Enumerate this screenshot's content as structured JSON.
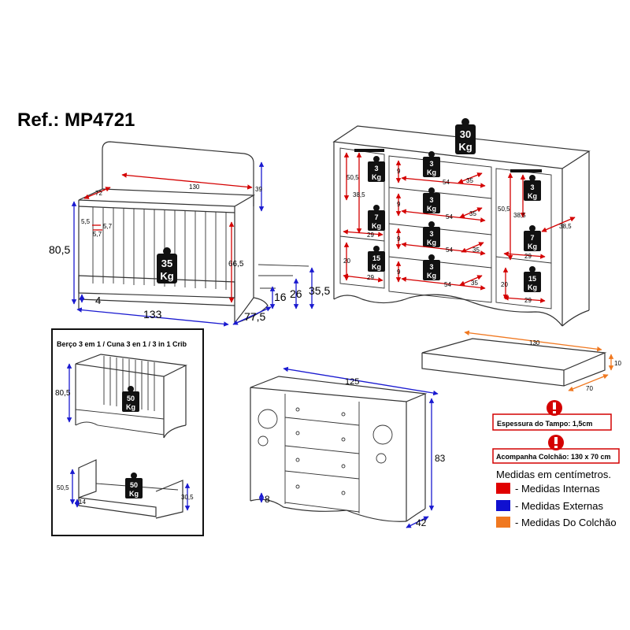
{
  "header": {
    "ref": "Ref.: MP4721"
  },
  "colors": {
    "internal": "#e00000",
    "external": "#1010d0",
    "mattress": "#f07820",
    "weight_bg": "#111111"
  },
  "crib": {
    "dims": {
      "top_width": "130",
      "top_height": "39",
      "inner_depth": "72",
      "slat_gap_a": "5,5",
      "slat_gap_b": "5,7",
      "slat_gap_c": "5,7",
      "height_total": "80,5",
      "inner_height": "66,5",
      "side_a": "16",
      "side_b": "26",
      "side_c": "35,5",
      "base_offset": "4",
      "width": "133",
      "depth": "77,5"
    },
    "weight": {
      "value": "35",
      "unit": "Kg"
    }
  },
  "dresser": {
    "weight_top": {
      "value": "30",
      "unit": "Kg"
    },
    "drawer_weight": {
      "value": "3",
      "unit": "Kg"
    },
    "rod_weight": {
      "value": "3",
      "unit": "Kg"
    },
    "shelf_weight_left": {
      "value": "7",
      "unit": "Kg"
    },
    "shelf_weight_left_bottom": {
      "value": "15",
      "unit": "Kg"
    },
    "shelf_weight_right": {
      "value": "7",
      "unit": "Kg"
    },
    "shelf_weight_right_bottom": {
      "value": "15",
      "unit": "Kg"
    },
    "dims": {
      "left_height": "50,5",
      "left_upper": "38,5",
      "left_lower": "20",
      "left_width_a": "29",
      "left_width_b": "29",
      "drawer_h": "9",
      "drawer_w": "54",
      "drawer_d": "35",
      "right_height": "50,5",
      "right_upper": "38,5",
      "right_depth": "38,5",
      "right_width_a": "29",
      "right_width_b": "29",
      "right_lower": "20"
    }
  },
  "mattress": {
    "length": "130",
    "width": "70",
    "height": "10"
  },
  "conversion": {
    "title": "Berço 3 em 1 / Cuna 3 en 1 / 3 in 1 Crib",
    "crib_height": "80,5",
    "bed_height": "50,5",
    "bed_side": "30,5",
    "bed_base": "14",
    "weight_crib": {
      "value": "50",
      "unit": "Kg"
    },
    "weight_bed": {
      "value": "50",
      "unit": "Kg"
    }
  },
  "cabinet": {
    "width": "125",
    "height": "83",
    "depth": "42",
    "base": "8"
  },
  "notices": {
    "top_thickness": "Espessura do Tampo: 1,5cm",
    "mattress_note": "Acompanha Colchão: 130 x 70 cm"
  },
  "legend": {
    "title": "Medidas em centímetros.",
    "items": [
      {
        "label": "- Medidas Internas",
        "color": "#e00000"
      },
      {
        "label": "- Medidas Externas",
        "color": "#1010d0"
      },
      {
        "label": "- Medidas Do Colchão",
        "color": "#f07820"
      }
    ]
  }
}
